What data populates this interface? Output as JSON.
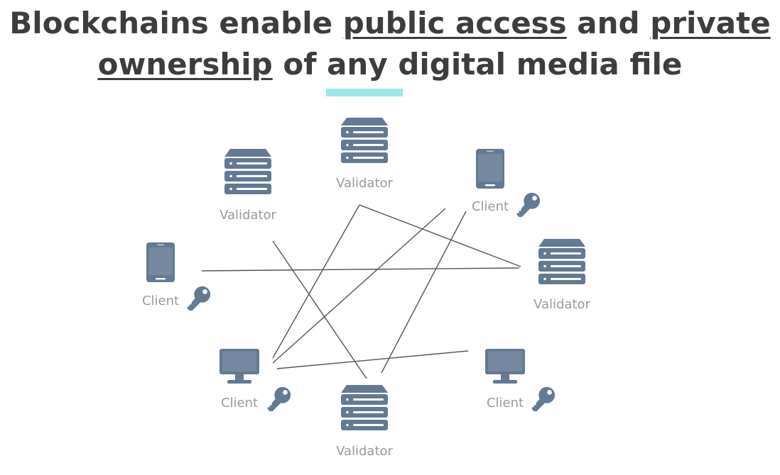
{
  "title": {
    "part1": "Blockchains enable ",
    "link1": "public access",
    "part2": " and ",
    "link2": "private",
    "link2b": "ownership",
    "part3": " of any digital media file"
  },
  "colors": {
    "title": "#3d3d3d",
    "accent": "#9ce8ec",
    "icon": "#627a93",
    "line": "#555555",
    "label": "#9a9a9a"
  },
  "nodes": [
    {
      "id": "validator-top",
      "type": "server",
      "label": "Validator",
      "icons": [
        "server-icon"
      ]
    },
    {
      "id": "validator-upper-left",
      "type": "server",
      "label": "Validator",
      "icons": [
        "server-icon"
      ]
    },
    {
      "id": "client-upper-right",
      "type": "tablet",
      "label": "Client",
      "icons": [
        "tablet-icon",
        "key-icon"
      ]
    },
    {
      "id": "validator-right",
      "type": "server",
      "label": "Validator",
      "icons": [
        "server-icon"
      ]
    },
    {
      "id": "client-left",
      "type": "tablet",
      "label": "Client",
      "icons": [
        "tablet-icon",
        "key-icon"
      ]
    },
    {
      "id": "client-lower-left",
      "type": "monitor",
      "label": "Client",
      "icons": [
        "monitor-icon",
        "key-icon"
      ]
    },
    {
      "id": "validator-bottom",
      "type": "server",
      "label": "Validator",
      "icons": [
        "server-icon"
      ]
    },
    {
      "id": "client-lower-right",
      "type": "monitor",
      "label": "Client",
      "icons": [
        "monitor-icon",
        "key-icon"
      ]
    }
  ]
}
